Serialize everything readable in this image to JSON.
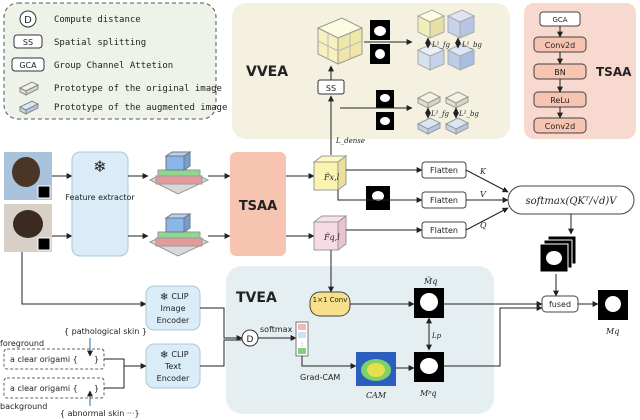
{
  "legend": {
    "items": [
      {
        "symbol": "D",
        "text": "Compute distance"
      },
      {
        "symbol": "SS",
        "text": "Spatial splitting"
      },
      {
        "symbol": "GCA",
        "text": "Group Channel Attetion"
      },
      {
        "symbol": "",
        "text": "Prototype of the original image"
      },
      {
        "symbol": "",
        "text": "Prototype of the augmented image"
      }
    ]
  },
  "vvea": {
    "title": "VVEA",
    "ss": "SS",
    "loss_fg": "L¹_fg",
    "loss_bg": "L¹_bg",
    "loss_fg2": "L²_fg",
    "loss_bg2": "L²_bg",
    "dense": "L_dense"
  },
  "tsaa_detail": {
    "title": "TSAA",
    "blocks": [
      "GCA",
      "Conv2d",
      "BN",
      "ReLu",
      "Conv2d"
    ]
  },
  "main": {
    "feature_extractor": "Feature extractor",
    "tsaa": "TSAA",
    "fxl": "F̂x,l",
    "fql": "F̂q,l",
    "flatten": "Flatten",
    "k": "K",
    "v": "V",
    "q": "Q",
    "softmax_formula": "softmax(QKᵀ/√d)V",
    "fused": "fused",
    "mq": "Mq"
  },
  "tvea": {
    "title": "TVEA",
    "conv": "1×1 Conv",
    "softmax": "softmax",
    "d": "D",
    "gradcam": "Grad-CAM",
    "cam": "CAM",
    "mq_hat": "M̃q",
    "mq_p": "Mᵖq",
    "lp": "Lp"
  },
  "clip": {
    "image_encoder": [
      "CLIP",
      "Image",
      "Encoder"
    ],
    "text_encoder": [
      "CLIP",
      "Text",
      "Encoder"
    ]
  },
  "text_prompts": {
    "foreground": "foreground",
    "background": "background",
    "path_skin": "{ pathological skin }",
    "abnormal_skin": "{ abnormal skin ···}",
    "fg_prompt": "a clear origami {",
    "fg_close": "}",
    "bg_prompt": "a clear origami {",
    "bg_close": "}"
  },
  "colors": {
    "legend_bg": "#eef3ea",
    "vvea_bg": "#f4f1e0",
    "tsaa_bg": "#f8d9cf",
    "tvea_bg": "#e5eff2",
    "box_blue": "#d9ecf7",
    "tsaa_orange": "#f6c4b0"
  }
}
